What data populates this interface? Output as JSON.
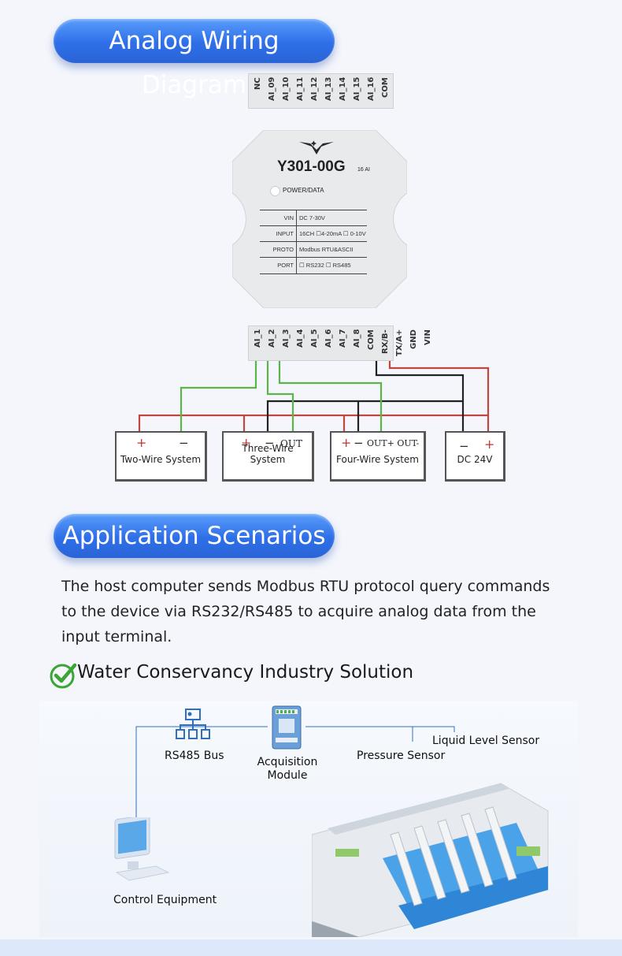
{
  "section1": {
    "title": "Analog Wiring Diagram"
  },
  "top_terminal": {
    "pins": [
      "NC",
      "AI_09",
      "AI_10",
      "AI_11",
      "AI_12",
      "AI_13",
      "AI_14",
      "AI_15",
      "AI_16",
      "COM"
    ]
  },
  "bottom_terminal": {
    "pins": [
      "AI_1",
      "AI_2",
      "AI_3",
      "AI_4",
      "AI_5",
      "AI_6",
      "AI_7",
      "AI_8",
      "COM",
      "RX/B-",
      "TX/A+",
      "GND",
      "VIN"
    ]
  },
  "device": {
    "model": "Y301-00G",
    "channels": "16 AI",
    "led_label": "POWER/DATA",
    "specs": [
      {
        "key": "VIN",
        "value": "DC 7-30V"
      },
      {
        "key": "INPUT",
        "value": "16CH ☐4-20mA ☐ 0-10V"
      },
      {
        "key": "PROTO",
        "value": "Modbus RTU&ASCII"
      },
      {
        "key": "PORT",
        "value": "☐ RS232    ☐ RS485"
      }
    ]
  },
  "systems": {
    "two_wire": {
      "label": "Two-Wire System",
      "plus": "+",
      "minus": "−"
    },
    "three_wire": {
      "label": "Three-Wire System",
      "plus": "+",
      "minus": "−",
      "out": "OUT"
    },
    "four_wire": {
      "label": "Four-Wire System",
      "plus": "+",
      "minus": "−",
      "out": "OUT+ OUT-"
    },
    "dc": {
      "label": "DC 24V",
      "plus": "+",
      "minus": "−"
    }
  },
  "wire_colors": {
    "red": "#c0473f",
    "green": "#5bb548",
    "black": "#222222"
  },
  "section2": {
    "title": "Application Scenarios"
  },
  "paragraph": "The host computer sends Modbus RTU protocol query commands to the device via RS232/RS485 to acquire analog data from the input terminal.",
  "solution_title": "Water Conservancy Industry Solution",
  "scene": {
    "rs485_bus": "RS485 Bus",
    "acquisition_module": "Acquisition\nModule",
    "pressure_sensor": "Pressure Sensor",
    "liquid_level_sensor": "Liquid Level Sensor",
    "control_equipment": "Control Equipment"
  },
  "colors": {
    "accent": "#2e6fe8",
    "check_green": "#3aa435"
  }
}
